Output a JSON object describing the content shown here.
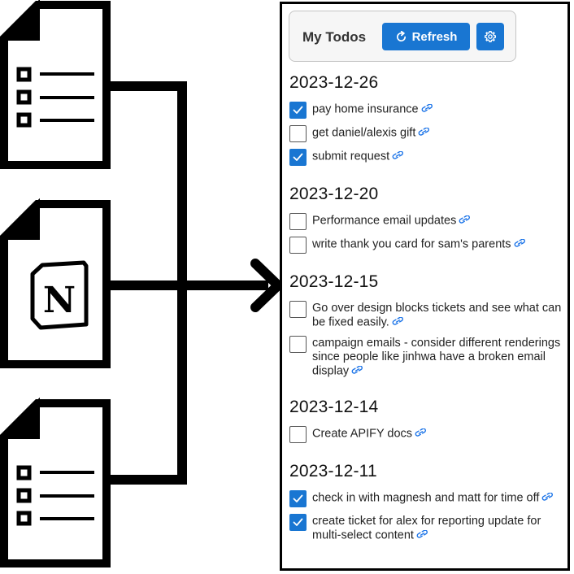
{
  "header": {
    "title": "My Todos",
    "refresh_label": "Refresh",
    "refresh_icon": "refresh-icon",
    "settings_icon": "gear-icon"
  },
  "illustration": {
    "left_icons": [
      "checklist-document-icon",
      "notion-document-icon",
      "checklist-document-icon"
    ],
    "notion_letter": "N",
    "arrow": "arrow-right-icon"
  },
  "colors": {
    "accent": "#1976d2",
    "link": "#1a73e8",
    "text": "#222222",
    "border": "#000000"
  },
  "todo_groups": [
    {
      "date": "2023-12-26",
      "items": [
        {
          "text": "pay home insurance",
          "checked": true
        },
        {
          "text": "get daniel/alexis gift",
          "checked": false
        },
        {
          "text": "submit request",
          "checked": true
        }
      ]
    },
    {
      "date": "2023-12-20",
      "items": [
        {
          "text": "Performance email updates",
          "checked": false
        },
        {
          "text": "write thank you card for sam's parents",
          "checked": false
        }
      ]
    },
    {
      "date": "2023-12-15",
      "items": [
        {
          "text": "Go over design blocks tickets and see what can be fixed easily.",
          "checked": false
        },
        {
          "text": "campaign emails - consider different renderings since people like jinhwa have a broken email display",
          "checked": false
        }
      ]
    },
    {
      "date": "2023-12-14",
      "items": [
        {
          "text": "Create APIFY docs",
          "checked": false
        }
      ]
    },
    {
      "date": "2023-12-11",
      "items": [
        {
          "text": "check in with magnesh and matt for time off",
          "checked": true
        },
        {
          "text": "create ticket for alex for reporting update for multi-select content",
          "checked": true
        }
      ]
    }
  ]
}
